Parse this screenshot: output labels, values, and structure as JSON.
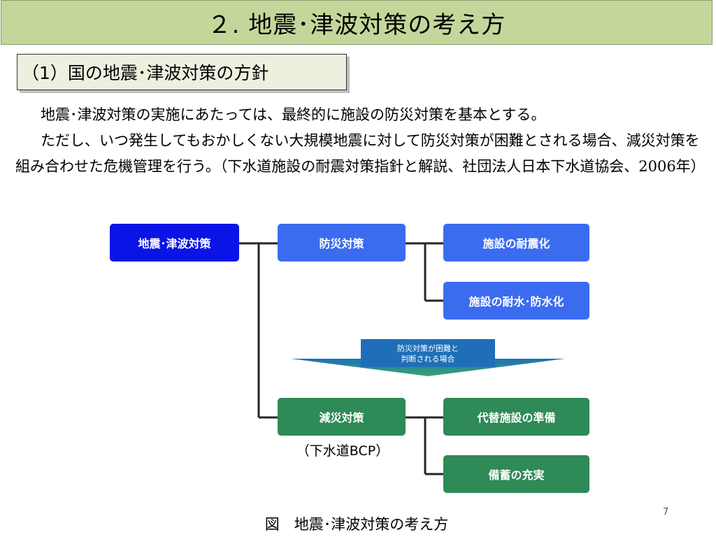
{
  "slide": {
    "title": "２. 地震･津波対策の考え方",
    "section_title": "（1）国の地震･津波対策の方針",
    "paragraph1": "地震･津波対策の実施にあたっては、最終的に施設の防災対策を基本とする。",
    "paragraph2": "ただし、いつ発生してもおかしくない大規模地震に対して防災対策が困難とされる場合、減災対策を組み合わせた危機管理を行う。（下水道施設の耐震対策指針と解説、社団法人日本下水道協会、2006年）",
    "page_number": "7",
    "caption": "図　地震･津波対策の考え方"
  },
  "diagram": {
    "root": "地震･津波対策",
    "prevention": "防災対策",
    "prevention_items": [
      "施設の耐震化",
      "施設の耐水･防水化"
    ],
    "condition_line1": "防災対策が困難と",
    "condition_line2": "判断される場合",
    "mitigation": "減災対策",
    "mitigation_note": "（下水道BCP）",
    "mitigation_items": [
      "代替施設の準備",
      "備蓄の充実"
    ],
    "colors": {
      "root": "#0a14e6",
      "prevention": "#3b6cf0",
      "mitigation": "#2e8a56",
      "connector": "#262626",
      "title_bg": "#c4d79b"
    }
  }
}
